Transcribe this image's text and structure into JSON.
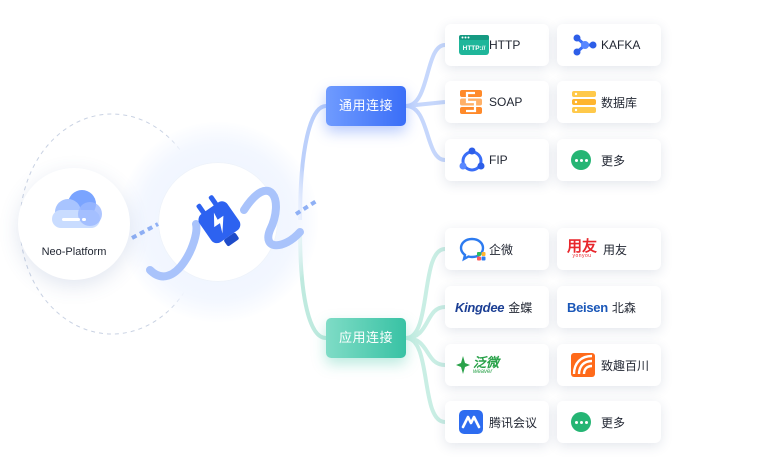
{
  "platform": {
    "label": "Neo-Platform",
    "icon": "cloud-icon"
  },
  "center_icon": "plug-icon",
  "groups": [
    {
      "label": "通用连接",
      "color": "#3a6ef7",
      "items": [
        {
          "label": "HTTP",
          "icon": "http-icon",
          "icon_text": "HTTP://"
        },
        {
          "label": "KAFKA",
          "icon": "kafka-icon"
        },
        {
          "label": "SOAP",
          "icon": "soap-icon"
        },
        {
          "label": "数据库",
          "icon": "database-icon"
        },
        {
          "label": "FIP",
          "icon": "fip-icon"
        },
        {
          "label": "更多",
          "icon": "more-icon"
        }
      ]
    },
    {
      "label": "应用连接",
      "color": "#38c2a4",
      "items": [
        {
          "label": "企微",
          "icon": "wecom-icon"
        },
        {
          "label": "用友",
          "icon": "yonyou-logo",
          "logo_text": "用友",
          "logo_sub": "yonyou"
        },
        {
          "label": "金蝶",
          "icon": "kingdee-logo",
          "logo_text": "Kingdee"
        },
        {
          "label": "北森",
          "icon": "beisen-logo",
          "logo_text": "Beisen"
        },
        {
          "label": "",
          "icon": "weaver-logo",
          "logo_text": "泛微",
          "logo_sub": "weaver"
        },
        {
          "label": "致趣百川",
          "icon": "zhiqu-icon"
        },
        {
          "label": "腾讯会议",
          "icon": "tencent-meeting-icon"
        },
        {
          "label": "更多",
          "icon": "more-icon"
        }
      ]
    }
  ]
}
